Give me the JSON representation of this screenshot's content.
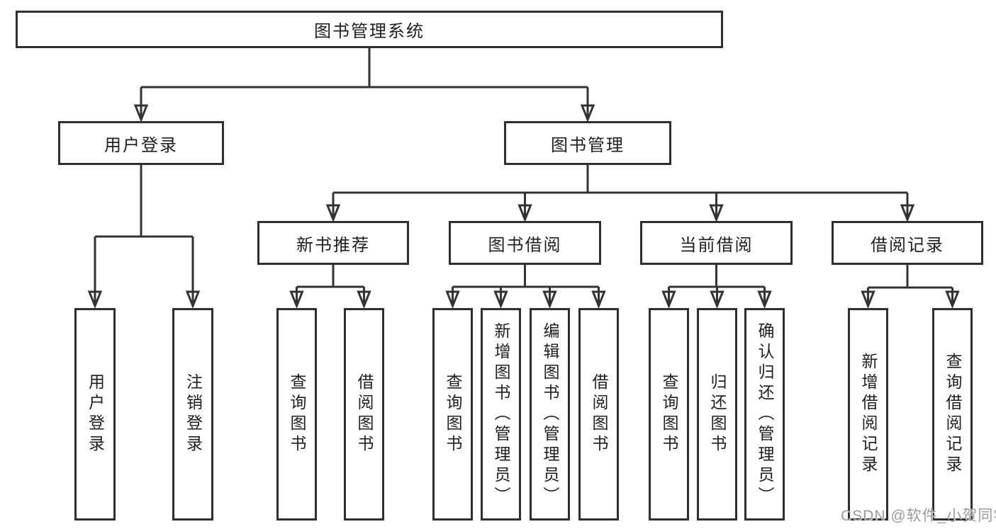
{
  "diagram_type": "hierarchy-tree",
  "tree": {
    "root": {
      "label": "图书管理系统",
      "children": [
        {
          "label": "用户登录",
          "children": [
            {
              "label": "用户登录"
            },
            {
              "label": "注销登录"
            }
          ]
        },
        {
          "label": "图书管理",
          "children": [
            {
              "label": "新书推荐",
              "children": [
                {
                  "label": "查询图书"
                },
                {
                  "label": "借阅图书"
                }
              ]
            },
            {
              "label": "图书借阅",
              "children": [
                {
                  "label": "查询图书"
                },
                {
                  "label": "新增图书（管理员）"
                },
                {
                  "label": "编辑图书（管理员）"
                },
                {
                  "label": "借阅图书"
                }
              ]
            },
            {
              "label": "当前借阅",
              "children": [
                {
                  "label": "查询图书"
                },
                {
                  "label": "归还图书"
                },
                {
                  "label": "确认归还（管理员）"
                }
              ]
            },
            {
              "label": "借阅记录",
              "children": [
                {
                  "label": "新增借阅记录"
                },
                {
                  "label": "查询借阅记录"
                }
              ]
            }
          ]
        }
      ]
    }
  },
  "watermark": {
    "text": "CSDN @软件_小贺同学"
  },
  "colors": {
    "line": "#333333",
    "border": "#2f2f2f",
    "text": "#1f1f1f",
    "watermark": "#9b9b9b",
    "background": "#ffffff"
  }
}
